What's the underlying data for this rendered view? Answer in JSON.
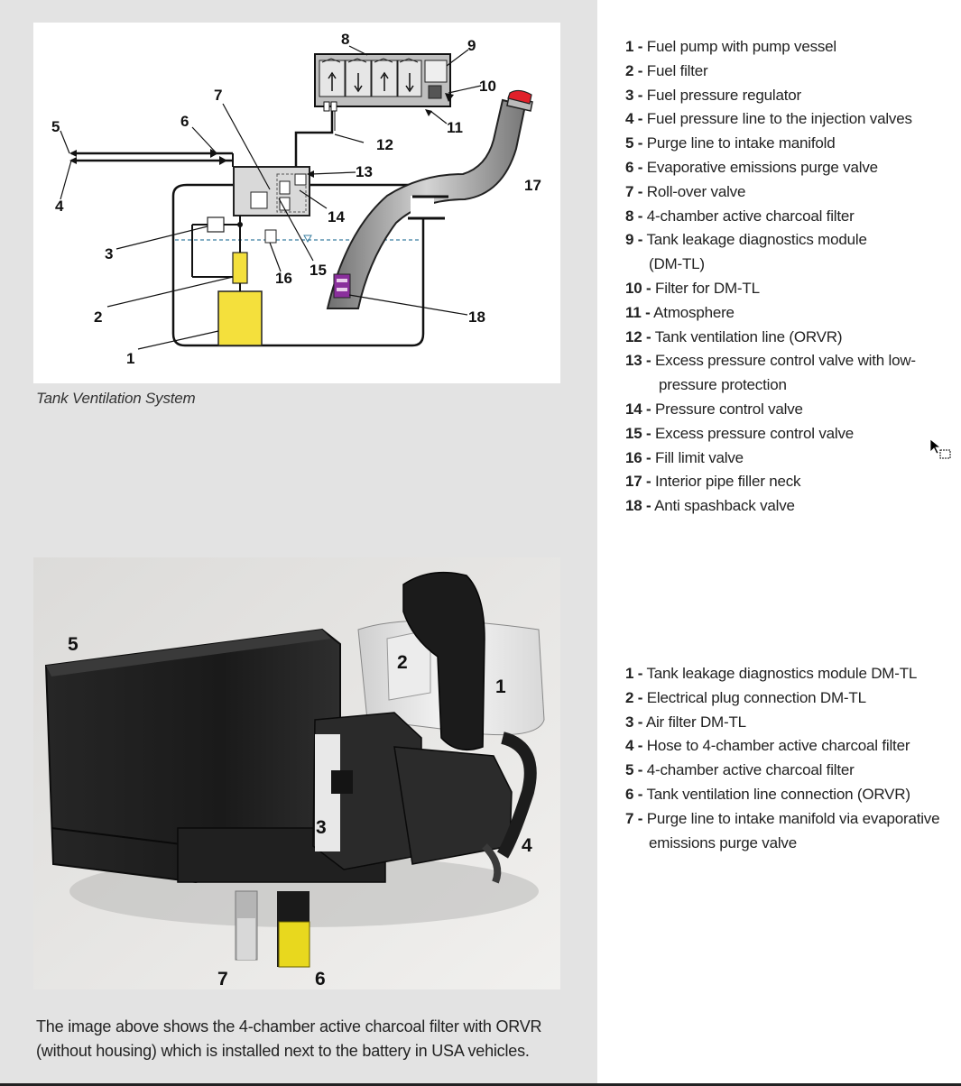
{
  "figure1": {
    "caption": "Tank Ventilation System",
    "callouts": [
      "1",
      "2",
      "3",
      "4",
      "5",
      "6",
      "7",
      "8",
      "9",
      "10",
      "11",
      "12",
      "13",
      "14",
      "15",
      "16",
      "17",
      "18"
    ]
  },
  "legend1": [
    {
      "num": "1 -",
      "text": "Fuel pump with pump vessel"
    },
    {
      "num": "2 -",
      "text": "Fuel filter"
    },
    {
      "num": "3 -",
      "text": "Fuel pressure regulator"
    },
    {
      "num": "4 -",
      "text": "Fuel pressure line to the injection valves"
    },
    {
      "num": "5 -",
      "text": "Purge line to intake manifold"
    },
    {
      "num": "6 -",
      "text": "Evaporative emissions purge valve"
    },
    {
      "num": "7 -",
      "text": "Roll-over valve"
    },
    {
      "num": "8 -",
      "text": "4-chamber active charcoal filter"
    },
    {
      "num": "9 -",
      "text": "Tank leakage diagnostics module",
      "cont": "(DM-TL)"
    },
    {
      "num": "10 -",
      "text": "Filter for DM-TL"
    },
    {
      "num": "11 -",
      "text": "Atmosphere"
    },
    {
      "num": "12 -",
      "text": "Tank ventilation line (ORVR)"
    },
    {
      "num": "13 -",
      "text": "Excess pressure control valve with low-",
      "cont": "pressure protection"
    },
    {
      "num": "14 -",
      "text": "Pressure control valve"
    },
    {
      "num": "15 -",
      "text": "Excess pressure control valve"
    },
    {
      "num": "16 -",
      "text": "Fill limit valve"
    },
    {
      "num": "17 -",
      "text": "Interior pipe filler neck"
    },
    {
      "num": "18 -",
      "text": "Anti spashback valve"
    }
  ],
  "figure2": {
    "callouts": [
      "1",
      "2",
      "3",
      "4",
      "5",
      "6",
      "7"
    ]
  },
  "legend2": [
    {
      "num": "1 -",
      "text": "Tank leakage diagnostics module DM-TL"
    },
    {
      "num": "2 -",
      "text": "Electrical plug connection DM-TL"
    },
    {
      "num": "3 -",
      "text": "Air filter DM-TL"
    },
    {
      "num": "4 -",
      "text": "Hose to 4-chamber active charcoal filter"
    },
    {
      "num": "5 -",
      "text": "4-chamber active charcoal filter"
    },
    {
      "num": "6 -",
      "text": "Tank ventilation line connection (ORVR)"
    },
    {
      "num": "7 -",
      "text": "Purge line to intake manifold via evaporative",
      "cont": "emissions purge valve"
    }
  ],
  "bottom_text": "The image above shows the 4-chamber active charcoal filter with ORVR (without housing) which is installed next to the battery in USA vehicles.",
  "colors": {
    "panel": "#e3e3e3",
    "fuel_pump": "#f4e03c",
    "filler_cap": "#e0202a",
    "valve_18": "#8a2f9c",
    "connector_6": "#e8d81e"
  }
}
